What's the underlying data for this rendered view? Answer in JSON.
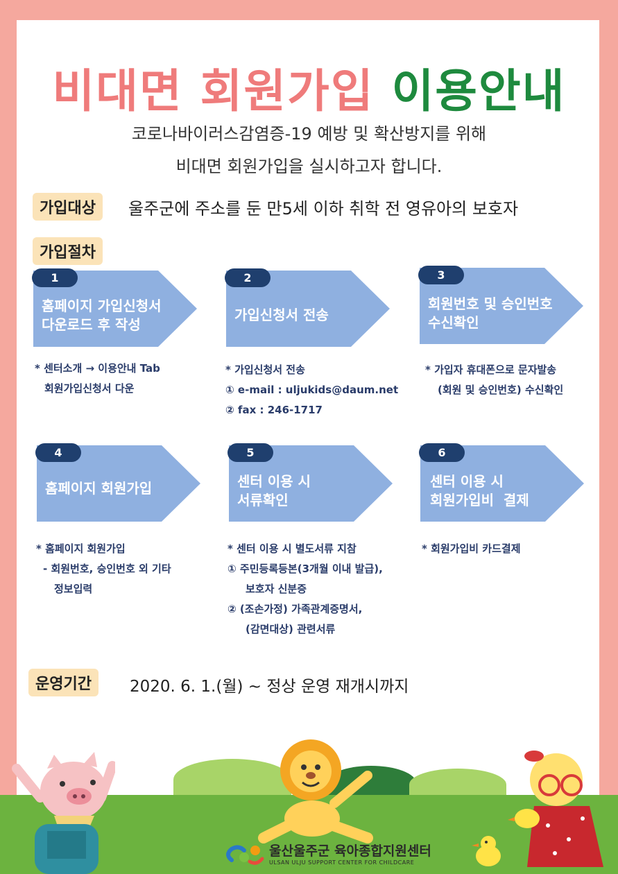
{
  "title": {
    "part1": "비대면 회원가입",
    "part2": "이용안내"
  },
  "subtitle": {
    "line1": "코로나바이러스감염증-19 예방 및 확산방지를 위해",
    "line2": "비대면 회원가입을 실시하고자 합니다."
  },
  "eligibility": {
    "tag": "가입대상",
    "text": "울주군에 주소를 둔 만5세 이하 취학 전 영유아의 보호자"
  },
  "procedure": {
    "tag": "가입절차"
  },
  "steps": [
    {
      "num": "1",
      "line1": "홈페이지 가입신청서",
      "line2": "다운로드 후 작성",
      "notes": [
        "* 센터소개 → 이용안내 Tab",
        "회원가입신청서 다운"
      ]
    },
    {
      "num": "2",
      "line1": "가입신청서 전송",
      "line2": "",
      "notes": [
        "* 가입신청서 전송",
        "① e-mail : uljukids@daum.net",
        "② fax : 246-1717"
      ]
    },
    {
      "num": "3",
      "line1": "회원번호 및 승인번호",
      "line2": "수신확인",
      "notes": [
        "* 가입자 휴대폰으로 문자발송",
        "(회원 및 승인번호) 수신확인"
      ]
    },
    {
      "num": "4",
      "line1": "홈페이지 회원가입",
      "line2": "",
      "notes": [
        "* 홈페이지 회원가입",
        "- 회원번호, 승인번호 외 기타",
        "정보입력"
      ]
    },
    {
      "num": "5",
      "line1": "센터 이용 시",
      "line2": "서류확인",
      "notes": [
        "* 센터 이용 시 별도서류 지참",
        "① 주민등록등본(3개월 이내 발급),",
        "보호자 신분증",
        "② (조손가정) 가족관계증명서,",
        "(감면대상) 관련서류"
      ]
    },
    {
      "num": "6",
      "line1": "센터 이용 시",
      "line2": "회원가입비  결제",
      "notes": [
        "* 회원가입비 카드결제"
      ]
    }
  ],
  "period": {
    "tag": "운영기간",
    "text": "2020. 6. 1.(월) ~ 정상 운영 재개시까지"
  },
  "footer": {
    "logo_ko": "울산울주군 육아종합지원센터",
    "logo_en": "ULSAN ULJU SUPPORT CENTER FOR CHILDCARE"
  },
  "colors": {
    "border": "#f5a89e",
    "title_pink": "#ef7b7b",
    "title_green": "#1e8a3e",
    "arrow": "#8fb0e0",
    "badge": "#1f3f6e",
    "tag_bg": "#fbe3b8",
    "grass": "#6cb33f"
  },
  "icons": [
    "pig-character-icon",
    "lion-character-icon",
    "girl-character-icon",
    "chick-icon",
    "center-logo-icon"
  ]
}
